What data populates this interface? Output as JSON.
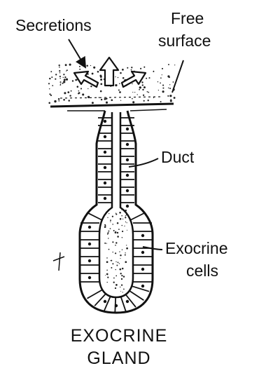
{
  "labels": {
    "secretions": "Secretions",
    "free_surface_line1": "Free",
    "free_surface_line2": "surface",
    "duct": "Duct",
    "exocrine_cells_line1": "Exocrine",
    "exocrine_cells_line2": "cells"
  },
  "title": {
    "line1": "EXOCRINE",
    "line2": "GLAND"
  },
  "colors": {
    "ink": "#111111",
    "background": "#ffffff"
  }
}
